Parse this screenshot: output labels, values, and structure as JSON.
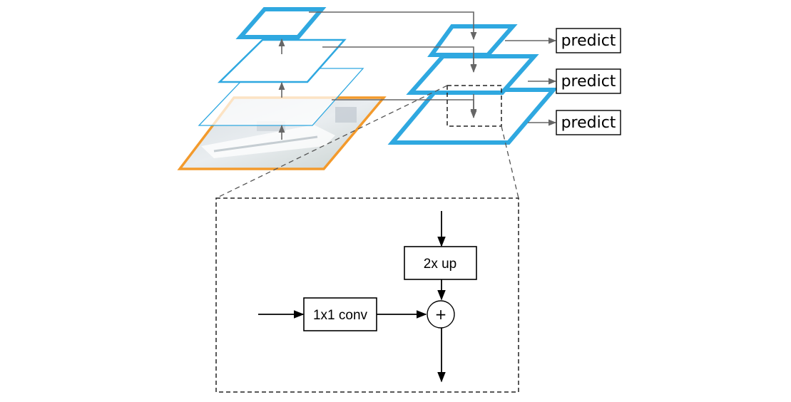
{
  "predict_labels": [
    "predict",
    "predict",
    "predict"
  ],
  "detail": {
    "upsample_label": "2x up",
    "lateral_label": "1x1 conv",
    "merge_symbol": "+"
  },
  "colors": {
    "pyramid_blue": "#2fa8e0",
    "input_orange": "#f39a2c",
    "arrow_gray": "#666666",
    "dashed_black": "#222222"
  }
}
